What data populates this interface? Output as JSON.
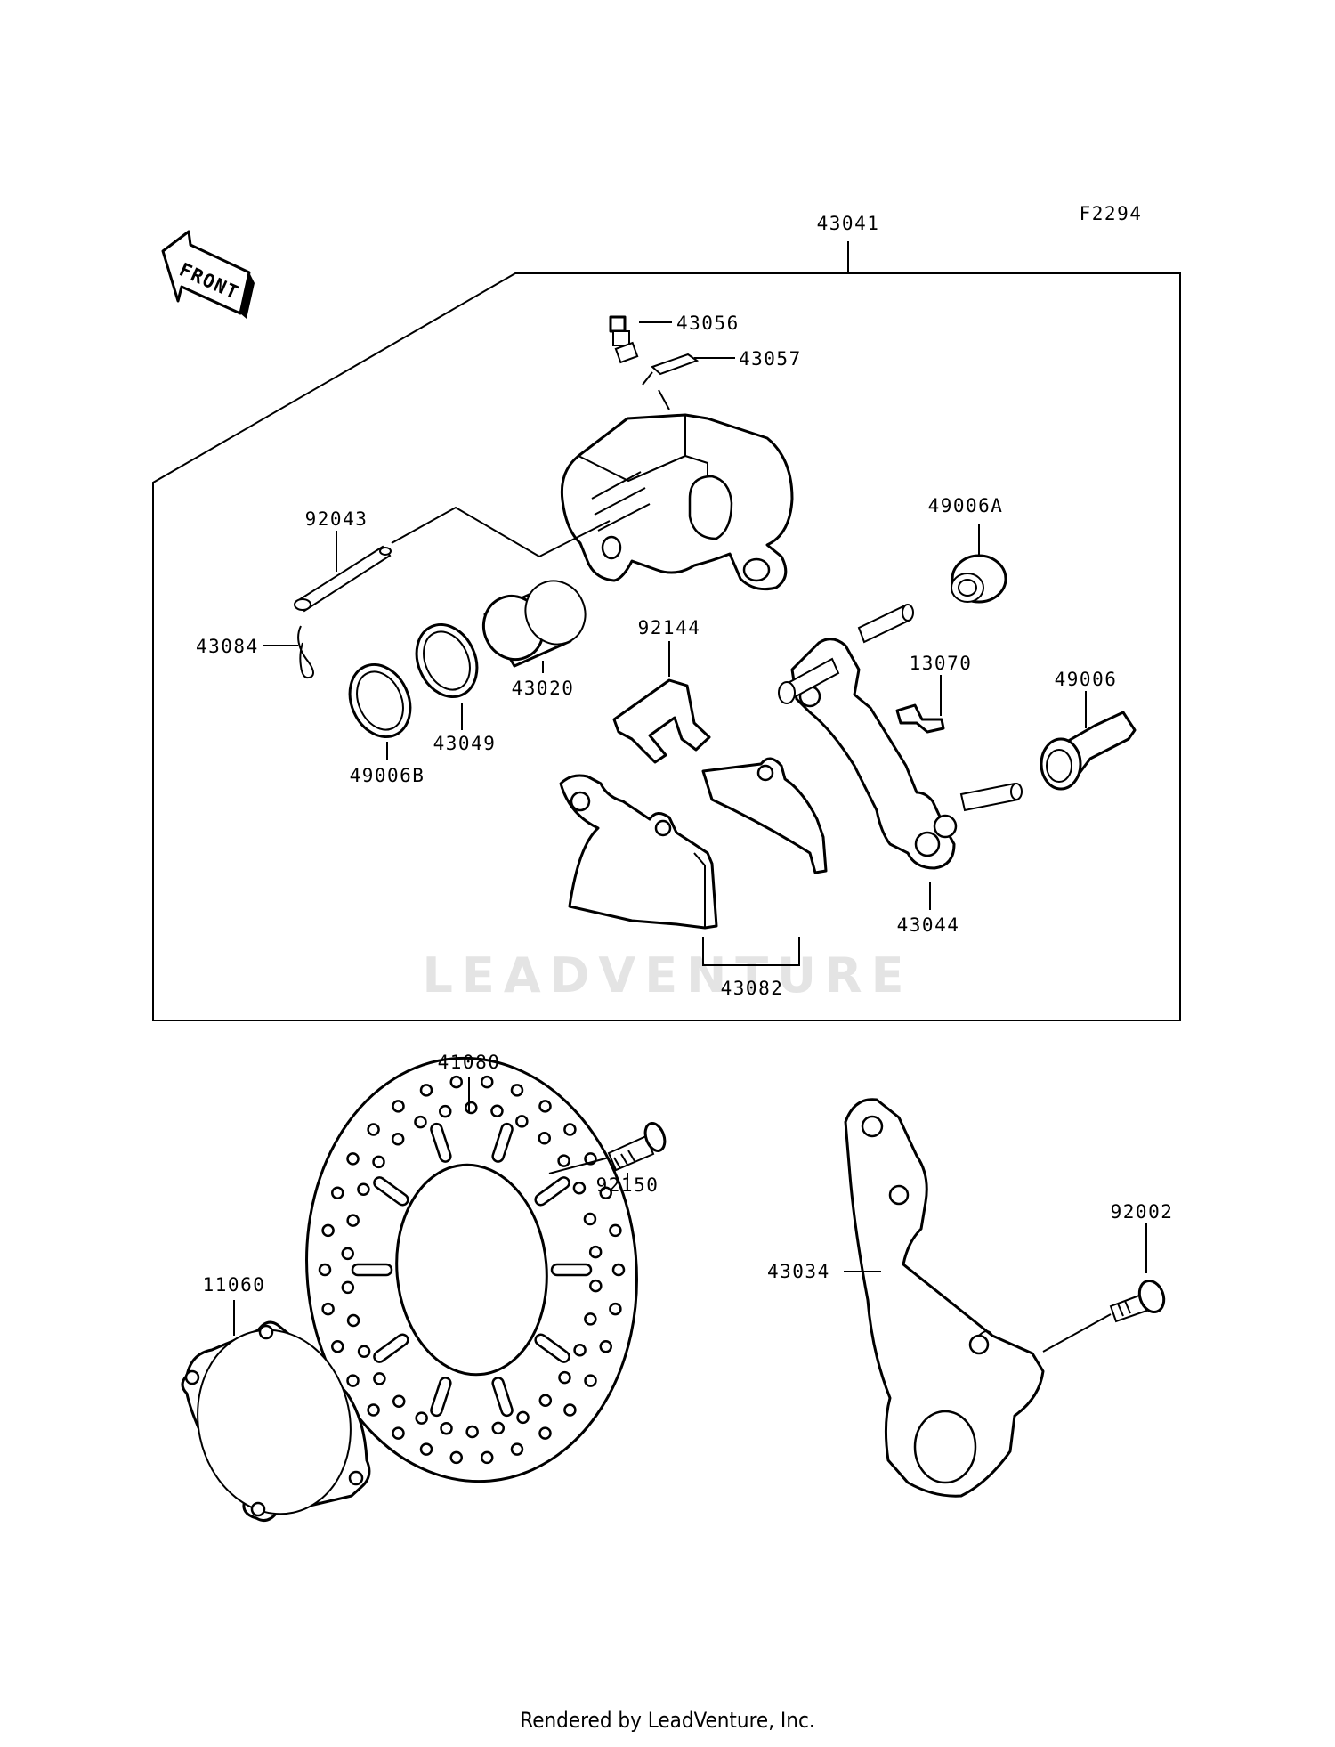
{
  "figure_code": "F2294",
  "front_label": "FRONT",
  "watermark": "LEADVENTURE",
  "footer": "Rendered by LeadVenture, Inc.",
  "callouts": {
    "assy": "43041",
    "bleeder": "43056",
    "cap": "43057",
    "pin": "92043",
    "clip": "43084",
    "piston": "43020",
    "seal_a": "43049",
    "seal_b": "49006B",
    "spring": "92144",
    "boot_a": "49006A",
    "plate": "13070",
    "boot": "49006",
    "bracket": "43044",
    "pads": "43082",
    "disc": "41080",
    "disc_bolt": "92150",
    "gasket": "11060",
    "holder": "43034",
    "holder_bolt": "92002"
  }
}
